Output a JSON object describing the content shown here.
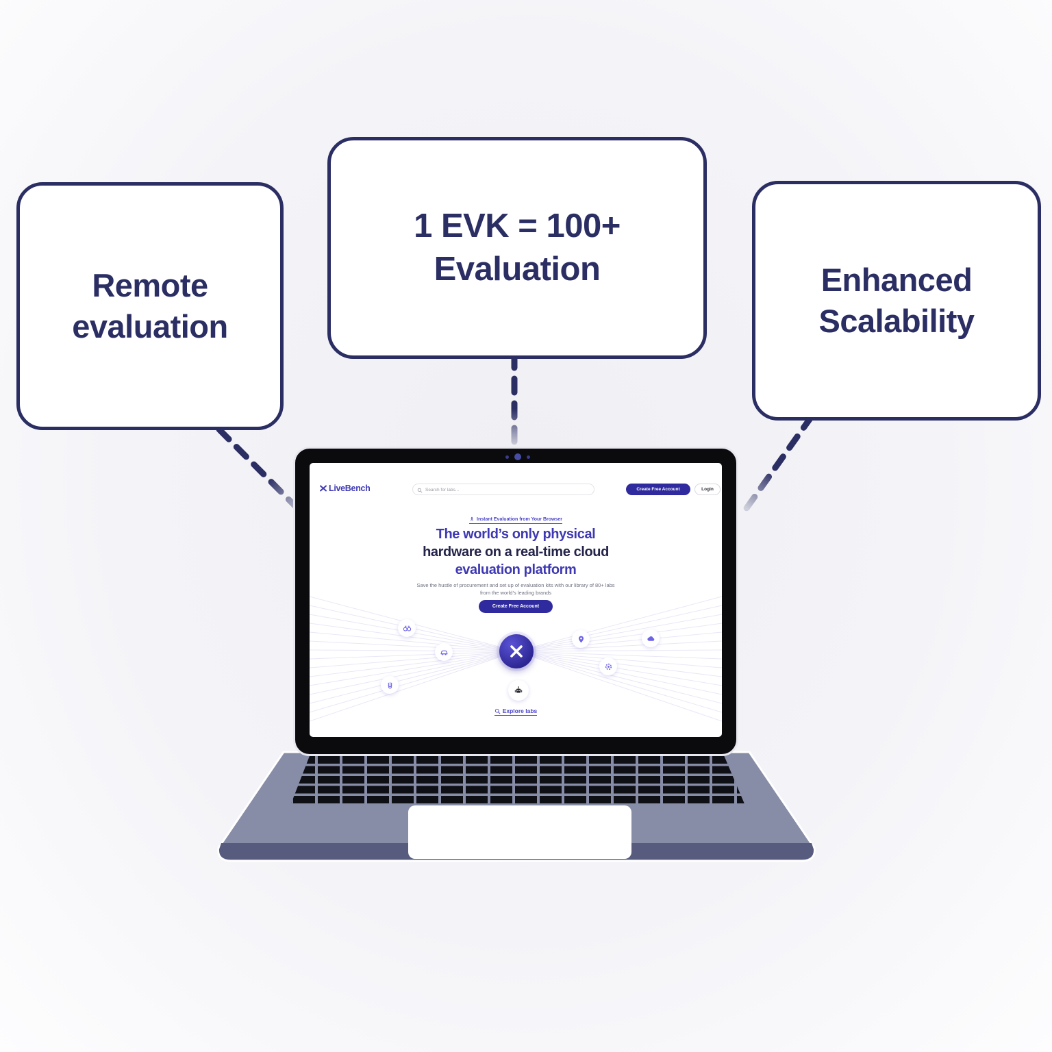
{
  "callouts": {
    "left": "Remote evaluation",
    "center": "1 EVK = 100+ Evaluation",
    "right": "Enhanced Scalability"
  },
  "site": {
    "brand": "LiveBench",
    "nav": {
      "search_placeholder": "Search for labs...",
      "create_account": "Create Free Account",
      "login": "Login"
    },
    "hero": {
      "badge": "Instant Evaluation from Your Browser",
      "title1": "The world’s only physical",
      "title2": "hardware on a real-time cloud",
      "title3": "evaluation platform",
      "sub1": "Save the hustle of procurement and set up of evaluation kits with our library of 80+ labs",
      "sub2": "from the world’s leading brands",
      "cta": "Create Free Account",
      "explore": "Explore labs"
    },
    "lab_icons": [
      "binoculars-icon",
      "car-icon",
      "hand-icon",
      "location-pin-icon",
      "cloud-icon",
      "gear-icon",
      "robot-icon"
    ]
  },
  "colors": {
    "navy": "#2b2e63",
    "indigo": "#3e39b3",
    "button_indigo": "#2f2b9e",
    "lab_icon_indigo": "#6d63e4",
    "subtext_grey": "#6e7080",
    "laptop_base": "#878ca7",
    "laptop_base_edge": "#575c7e"
  }
}
